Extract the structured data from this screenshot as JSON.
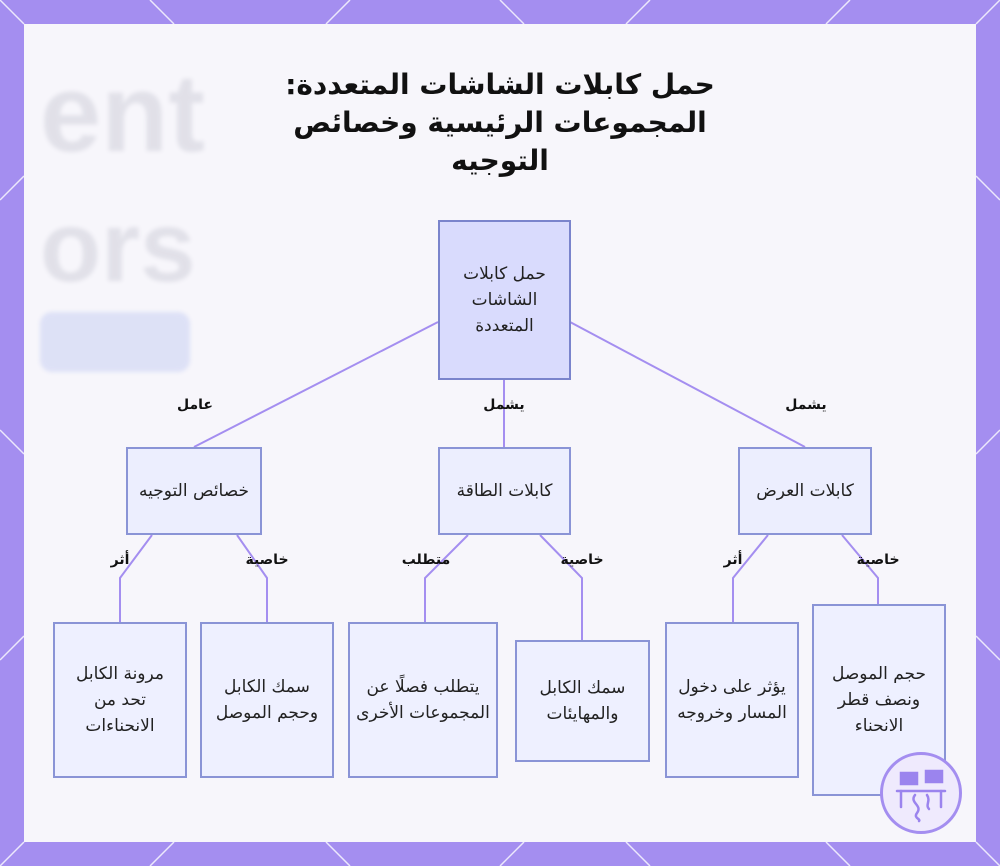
{
  "title": "حمل كابلات الشاشات المتعددة: المجموعات الرئيسية وخصائص التوجيه",
  "nodes": {
    "root": "حمل كابلات الشاشات المتعددة",
    "routing": "خصائص التوجيه",
    "power": "كابلات الطاقة",
    "display": "كابلات العرض",
    "leaf_flex": "مرونة الكابل تحد من الانحناءات",
    "leaf_thick_size": "سمك الكابل وحجم الموصل",
    "leaf_separate": "يتطلب فصلًا عن المجموعات الأخرى",
    "leaf_thick_adapters": "سمك الكابل والمهايئات",
    "leaf_entry": "يؤثر على دخول المسار وخروجه",
    "leaf_connector": "حجم الموصل ونصف قطر الانحناء"
  },
  "edge_labels": {
    "root_routing": "عامل",
    "root_power": "يشمل",
    "root_display": "يشمل",
    "routing_flex": "أثر",
    "routing_size": "خاصية",
    "power_separate": "متطلب",
    "power_adapters": "خاصية",
    "display_entry": "أثر",
    "display_connector": "خاصية"
  },
  "colors": {
    "border": "#a48ef0",
    "node_border": "#8a94d6",
    "edge": "#a48ef0",
    "root_fill": "#d9dbfd",
    "node_fill": "#eceefe"
  },
  "icons": [
    "desk-monitors-logo-icon"
  ]
}
